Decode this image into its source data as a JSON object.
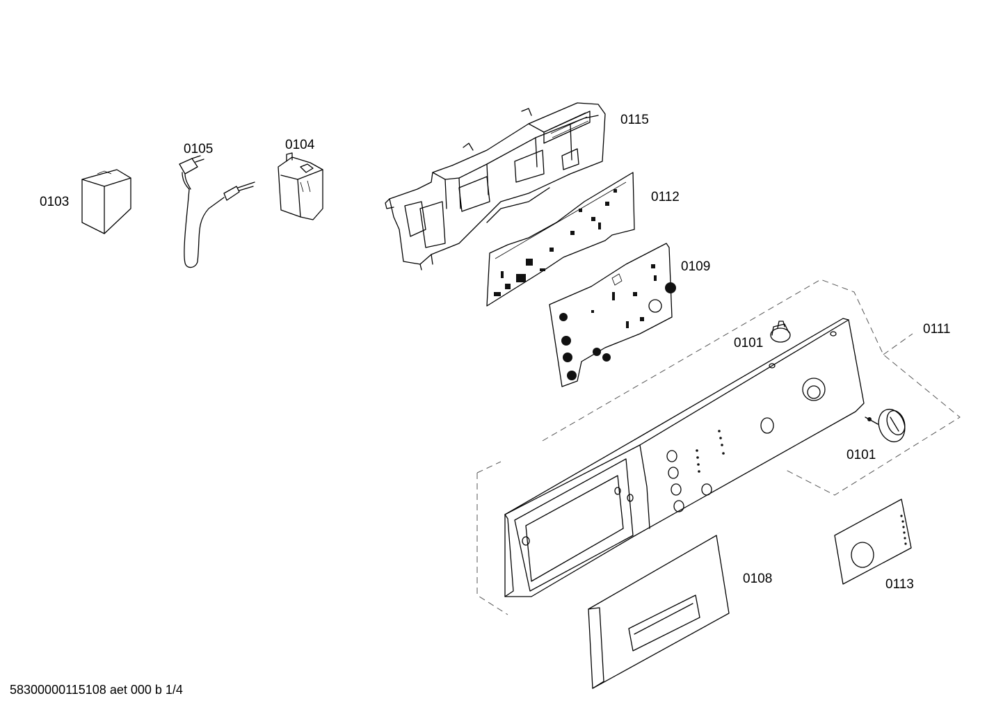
{
  "diagram": {
    "parts": [
      {
        "id": "p0103",
        "label": "0103"
      },
      {
        "id": "p0105",
        "label": "0105"
      },
      {
        "id": "p0104",
        "label": "0104"
      },
      {
        "id": "p0115",
        "label": "0115"
      },
      {
        "id": "p0112",
        "label": "0112"
      },
      {
        "id": "p0109",
        "label": "0109"
      },
      {
        "id": "p0101a",
        "label": "0101"
      },
      {
        "id": "p0111",
        "label": "0111"
      },
      {
        "id": "p0101b",
        "label": "0101"
      },
      {
        "id": "p0108",
        "label": "0108"
      },
      {
        "id": "p0113",
        "label": "0113"
      }
    ],
    "footer": "58300000115108 aet 000 b 1/4"
  }
}
